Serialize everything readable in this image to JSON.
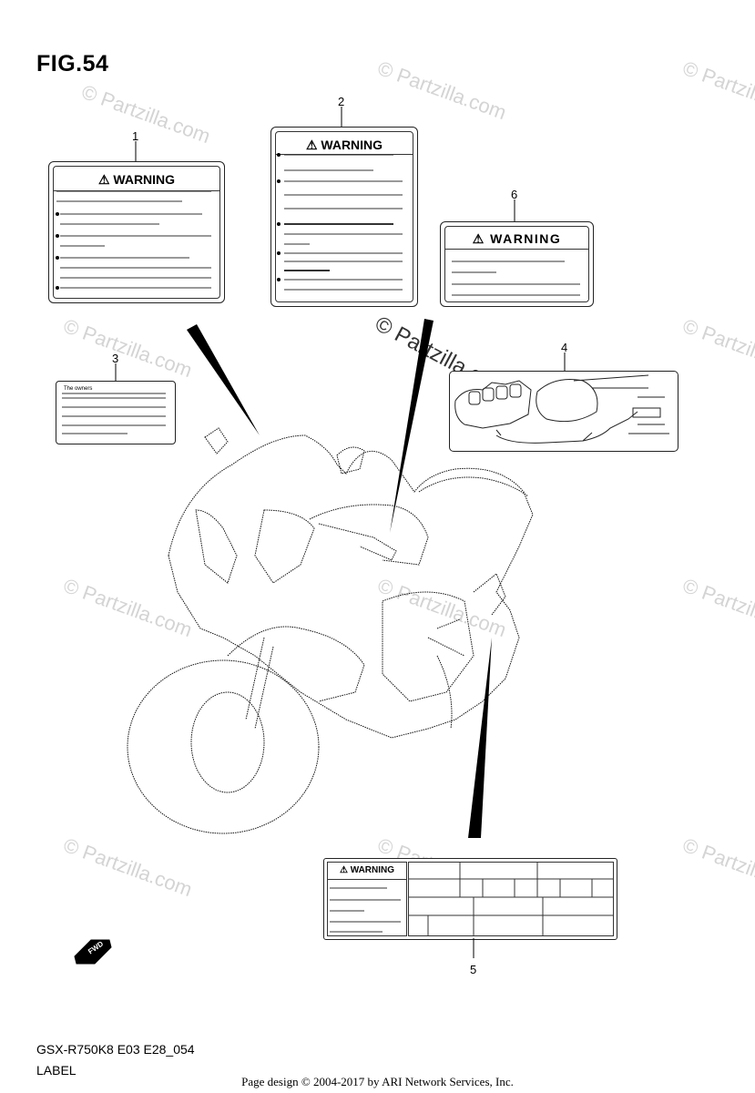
{
  "figure": {
    "title": "FIG.54",
    "model_code": "GSX-R750K8 E03 E28_054",
    "section": "LABEL"
  },
  "callouts": [
    "1",
    "2",
    "3",
    "4",
    "5",
    "6"
  ],
  "labels": {
    "warning_text": "WARNING",
    "label3_text": "The owners"
  },
  "direction_marker": "FWD",
  "watermark": "© Partzilla.com",
  "copyright": "Page design © 2004-2017 by ARI Network Services, Inc."
}
